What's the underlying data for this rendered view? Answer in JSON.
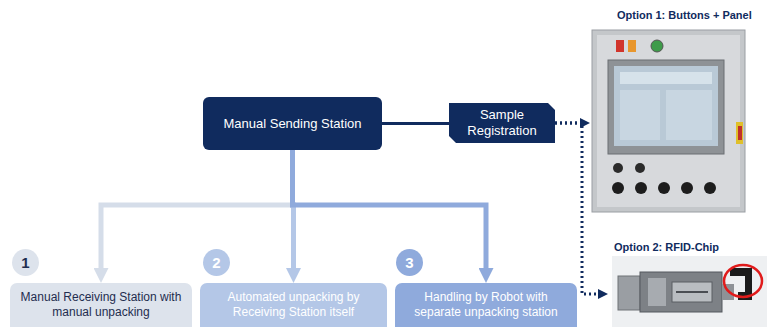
{
  "diagram": {
    "nodes": [
      {
        "text": [
          "Manual Sending Station"
        ]
      },
      {
        "text": [
          "Sample Registration"
        ]
      },
      {
        "text": [
          "Option 1: Buttons + Panel"
        ]
      },
      {
        "text": [
          "Option 2: RFID-Chip"
        ]
      },
      {
        "text": [
          "Manual Receiving Station with manual unpacking"
        ]
      },
      {
        "text": [
          "Automated unpacking by Receiving Station itself"
        ]
      },
      {
        "text": [
          "Handling by Robot with separate unpacking station"
        ]
      }
    ],
    "edges": [
      {
        "from": 0,
        "to": 1,
        "arrow": "none"
      },
      {
        "from": 1,
        "to": 2,
        "arrow": "to"
      },
      {
        "from": 1,
        "to": 3,
        "arrow": "to"
      },
      {
        "from": 0,
        "to": 4,
        "arrow": "to"
      },
      {
        "from": 0,
        "to": 5,
        "arrow": "to"
      },
      {
        "from": 0,
        "to": 6,
        "arrow": "to"
      }
    ],
    "labels": [
      "1",
      "2",
      "3"
    ]
  }
}
